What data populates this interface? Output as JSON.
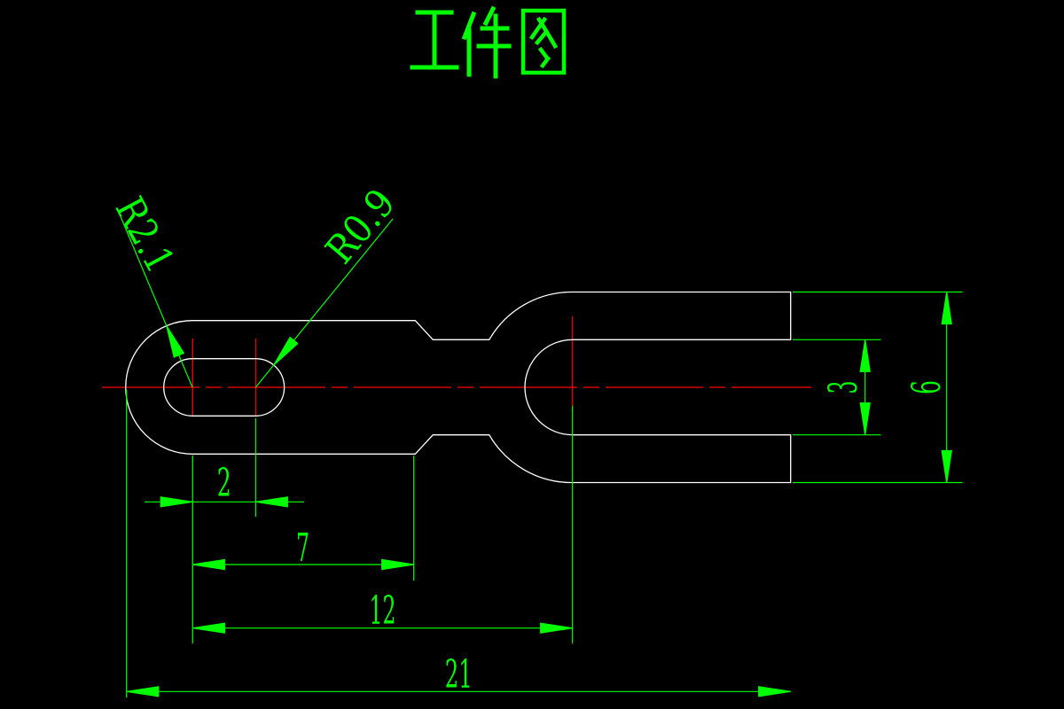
{
  "title": {
    "text": "工件图"
  },
  "colors": {
    "background": "#000000",
    "outline": "#ffffff",
    "dimension": "#00ff00",
    "centerline": "#ff0000"
  },
  "radius_labels": {
    "outer_arc": "R2.1",
    "slot_arc": "R0.9"
  },
  "linear_dimensions": {
    "slot_center_distance": "2",
    "shank_length": "7",
    "fork_center_distance": "12",
    "overall_length": "21",
    "fork_opening_width": "3",
    "fork_overall_width": "6"
  }
}
